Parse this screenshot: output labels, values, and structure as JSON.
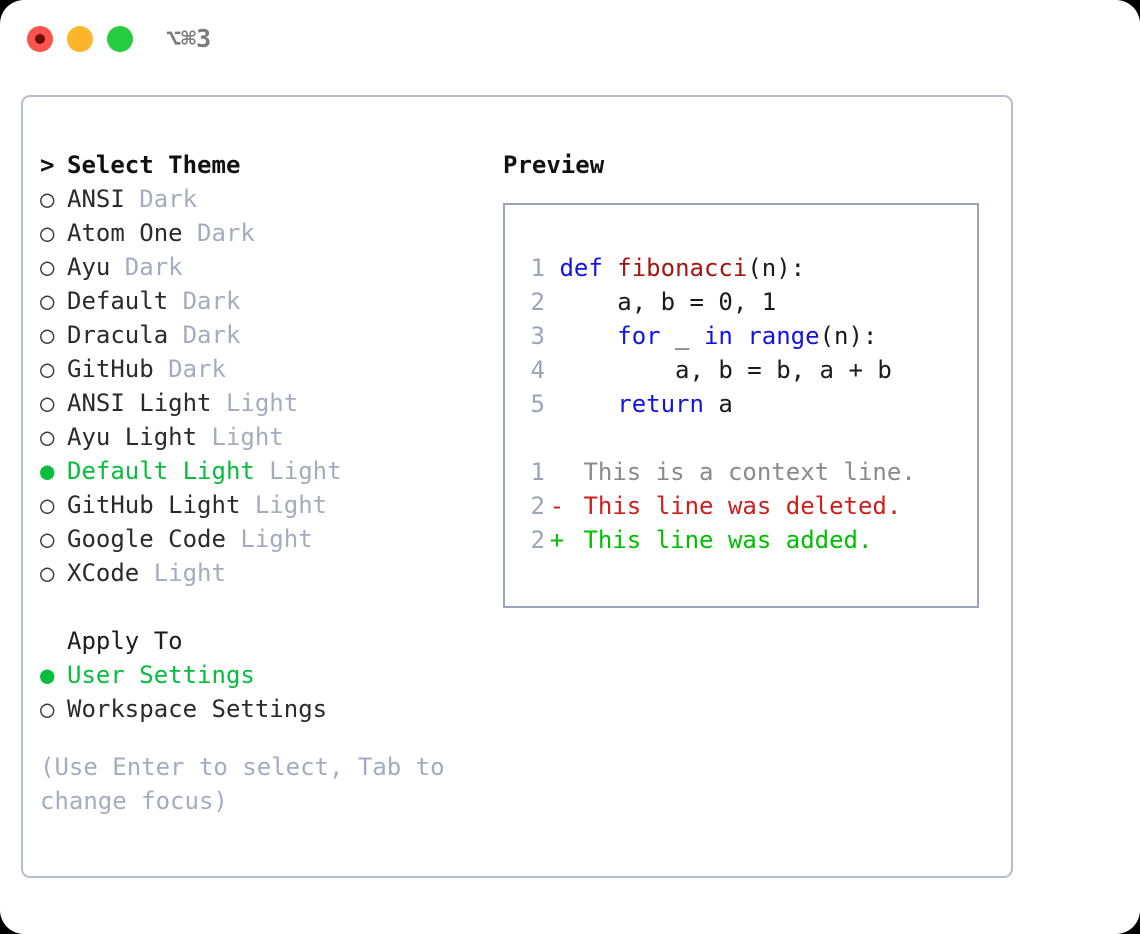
{
  "window": {
    "shortcut_label": "⌥⌘3",
    "controls": [
      {
        "name": "close",
        "color": "#f9544b"
      },
      {
        "name": "minimize",
        "color": "#fdb62b"
      },
      {
        "name": "maximize",
        "color": "#26cc41"
      }
    ]
  },
  "theme_list": {
    "header_marker": ">",
    "header_label": "Select Theme",
    "unselected_marker": "○",
    "selected_marker": "●",
    "items": [
      {
        "label": "ANSI",
        "tag": "Dark",
        "selected": false
      },
      {
        "label": "Atom One",
        "tag": "Dark",
        "selected": false
      },
      {
        "label": "Ayu",
        "tag": "Dark",
        "selected": false
      },
      {
        "label": "Default",
        "tag": "Dark",
        "selected": false
      },
      {
        "label": "Dracula",
        "tag": "Dark",
        "selected": false
      },
      {
        "label": "GitHub",
        "tag": "Dark",
        "selected": false
      },
      {
        "label": "ANSI Light",
        "tag": "Light",
        "selected": false
      },
      {
        "label": "Ayu Light",
        "tag": "Light",
        "selected": false
      },
      {
        "label": "Default Light",
        "tag": "Light",
        "selected": true
      },
      {
        "label": "GitHub Light",
        "tag": "Light",
        "selected": false
      },
      {
        "label": "Google Code",
        "tag": "Light",
        "selected": false
      },
      {
        "label": "XCode",
        "tag": "Light",
        "selected": false
      }
    ]
  },
  "apply_to": {
    "header_label": "Apply To",
    "items": [
      {
        "label": "User Settings",
        "selected": true
      },
      {
        "label": "Workspace Settings",
        "selected": false
      }
    ]
  },
  "hint": {
    "text": "(Use Enter to select, Tab to change focus)"
  },
  "preview": {
    "title": "Preview",
    "code_lines": [
      {
        "no": "1",
        "indent": "",
        "tokens": [
          {
            "t": "def",
            "c": "kw"
          },
          {
            "t": " ",
            "c": "src"
          },
          {
            "t": "fibonacci",
            "c": "fn"
          },
          {
            "t": "(n):",
            "c": "src"
          }
        ]
      },
      {
        "no": "2",
        "indent": "    ",
        "tokens": [
          {
            "t": "a, b = 0, 1",
            "c": "src"
          }
        ]
      },
      {
        "no": "3",
        "indent": "    ",
        "tokens": [
          {
            "t": "for",
            "c": "kw"
          },
          {
            "t": " _ ",
            "c": "src"
          },
          {
            "t": "in",
            "c": "kw"
          },
          {
            "t": " ",
            "c": "src"
          },
          {
            "t": "range",
            "c": "kw"
          },
          {
            "t": "(n):",
            "c": "src"
          }
        ]
      },
      {
        "no": "4",
        "indent": "        ",
        "tokens": [
          {
            "t": "a, b = b, a + b",
            "c": "src"
          }
        ]
      },
      {
        "no": "5",
        "indent": "    ",
        "tokens": [
          {
            "t": "return",
            "c": "kw"
          },
          {
            "t": " a",
            "c": "src"
          }
        ]
      }
    ],
    "diff_lines": [
      {
        "no": "1",
        "sign": " ",
        "text": "This is a context line.",
        "kind": "context"
      },
      {
        "no": "2",
        "sign": "-",
        "text": "This line was deleted.",
        "kind": "deleted"
      },
      {
        "no": "2",
        "sign": "+",
        "text": "This line was added.",
        "kind": "added"
      }
    ]
  },
  "colors": {
    "selected_green": "#06bd3e",
    "tag_grey": "#a3adbb",
    "keyword_blue": "#1414e0",
    "function_red": "#a31515",
    "diff_added": "#00bf00",
    "diff_deleted": "#cc1f1f",
    "diff_context": "#8a8a8a",
    "border": "#b4bfcc"
  }
}
